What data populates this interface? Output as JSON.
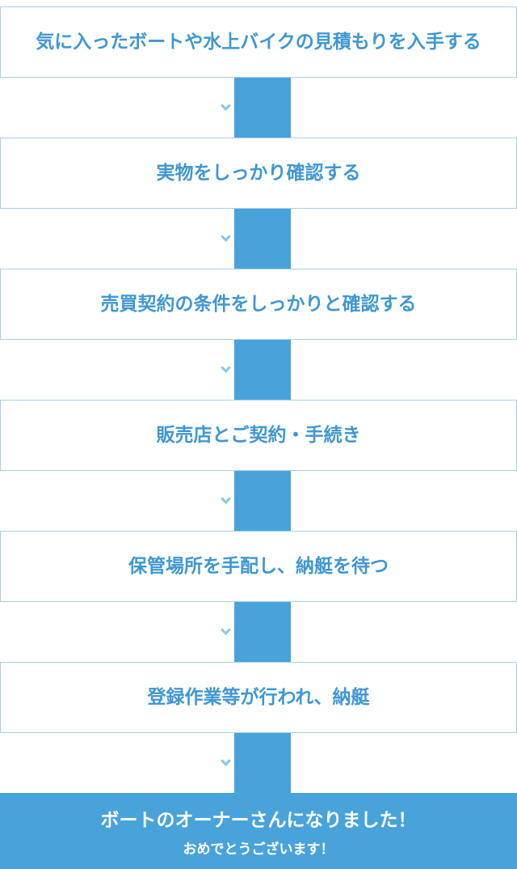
{
  "colors": {
    "accent_blue": "#49a3db",
    "box_border": "#aacfe9",
    "step_text": "#3f97d3",
    "final_text": "#ffffff"
  },
  "icons": {
    "connector_arrow": "chevron-down"
  },
  "steps": [
    {
      "label": "気に入ったボートや水上バイクの見積もりを入手する"
    },
    {
      "label": "実物をしっかり確認する"
    },
    {
      "label": "売買契約の条件をしっかりと確認する"
    },
    {
      "label": "販売店とご契約・手続き"
    },
    {
      "label": "保管場所を手配し、納艇を待つ"
    },
    {
      "label": "登録作業等が行われ、納艇"
    }
  ],
  "final": {
    "line1": "ボートのオーナーさんになりました！",
    "line2": "おめでとうございます！"
  }
}
